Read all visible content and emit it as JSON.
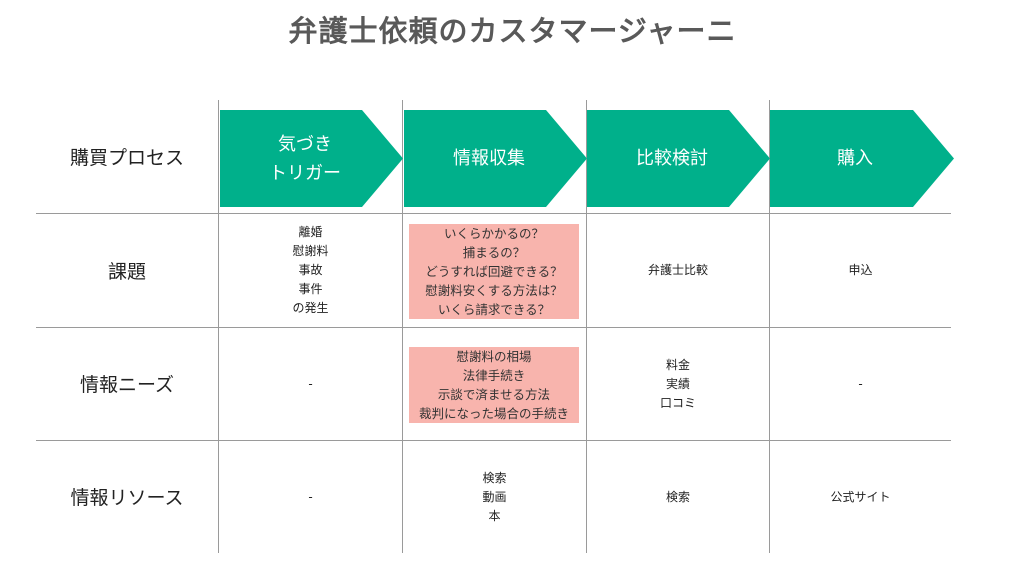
{
  "title": "弁護士依頼のカスタマージャーニ",
  "colors": {
    "arrow_fill": "#00b08b",
    "highlight_fill": "#f8b4ad",
    "grid_line": "#9a9a9a",
    "title_text": "#595959"
  },
  "row_labels": {
    "process": "購買プロセス",
    "issues": "課題",
    "info_needs": "情報ニーズ",
    "info_resources": "情報リソース"
  },
  "stages": [
    {
      "lines": [
        "気づき",
        "トリガー"
      ]
    },
    {
      "lines": [
        "情報収集"
      ]
    },
    {
      "lines": [
        "比較検討"
      ]
    },
    {
      "lines": [
        "購入"
      ]
    }
  ],
  "issues": [
    {
      "lines": [
        "離婚",
        "慰謝料",
        "事故",
        "事件",
        "の発生"
      ],
      "highlight": false
    },
    {
      "lines": [
        "いくらかかるの？",
        "捕まるの？",
        "どうすれば回避できる？",
        "慰謝料安くする方法は？",
        "いくら請求できる？"
      ],
      "highlight": true
    },
    {
      "lines": [
        "弁護士比較"
      ],
      "highlight": false
    },
    {
      "lines": [
        "申込"
      ],
      "highlight": false
    }
  ],
  "info_needs": [
    {
      "lines": [
        "-"
      ],
      "highlight": false
    },
    {
      "lines": [
        "慰謝料の相場",
        "法律手続き",
        "示談で済ませる方法",
        "裁判になった場合の手続き"
      ],
      "highlight": true
    },
    {
      "lines": [
        "料金",
        "実績",
        "口コミ"
      ],
      "highlight": false
    },
    {
      "lines": [
        "-"
      ],
      "highlight": false
    }
  ],
  "info_resources": [
    {
      "lines": [
        "-"
      ],
      "highlight": false
    },
    {
      "lines": [
        "検索",
        "動画",
        "本"
      ],
      "highlight": false
    },
    {
      "lines": [
        "検索"
      ],
      "highlight": false
    },
    {
      "lines": [
        "公式サイト"
      ],
      "highlight": false
    }
  ]
}
